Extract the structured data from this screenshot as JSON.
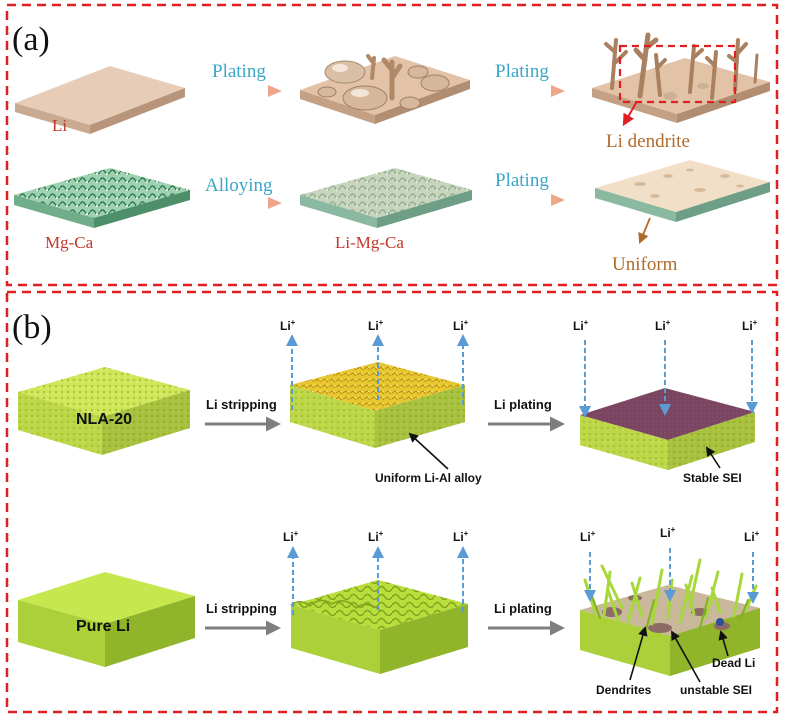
{
  "panel_a": {
    "label": "(a)",
    "row1": {
      "start_label": "Li",
      "arrow1": "Plating",
      "arrow2": "Plating",
      "end_label": "Li dendrite"
    },
    "row2": {
      "start_label": "Mg-Ca",
      "arrow1": "Alloying",
      "mid_label": "Li-Mg-Ca",
      "arrow2": "Plating",
      "end_label": "Uniform"
    }
  },
  "panel_b": {
    "label": "(b)",
    "ion": "Li",
    "ion_sup": "+",
    "row1": {
      "start_label": "NLA-20",
      "arrow1": "Li stripping",
      "mid_callout": "Uniform Li-Al alloy",
      "arrow2": "Li plating",
      "end_callout": "Stable SEI"
    },
    "row2": {
      "start_label": "Pure Li",
      "arrow1": "Li stripping",
      "arrow2": "Li plating",
      "callout_dendrites": "Dendrites",
      "callout_dead_li": "Dead Li",
      "callout_sei": "unstable SEI"
    }
  },
  "colors": {
    "frame": "#e02020",
    "plating_text": "#3aa6c8",
    "label_red": "#c0392b",
    "label_brown": "#b06a2a",
    "lime": "#c8e84a",
    "arrow_blue": "#5b9bd5"
  }
}
